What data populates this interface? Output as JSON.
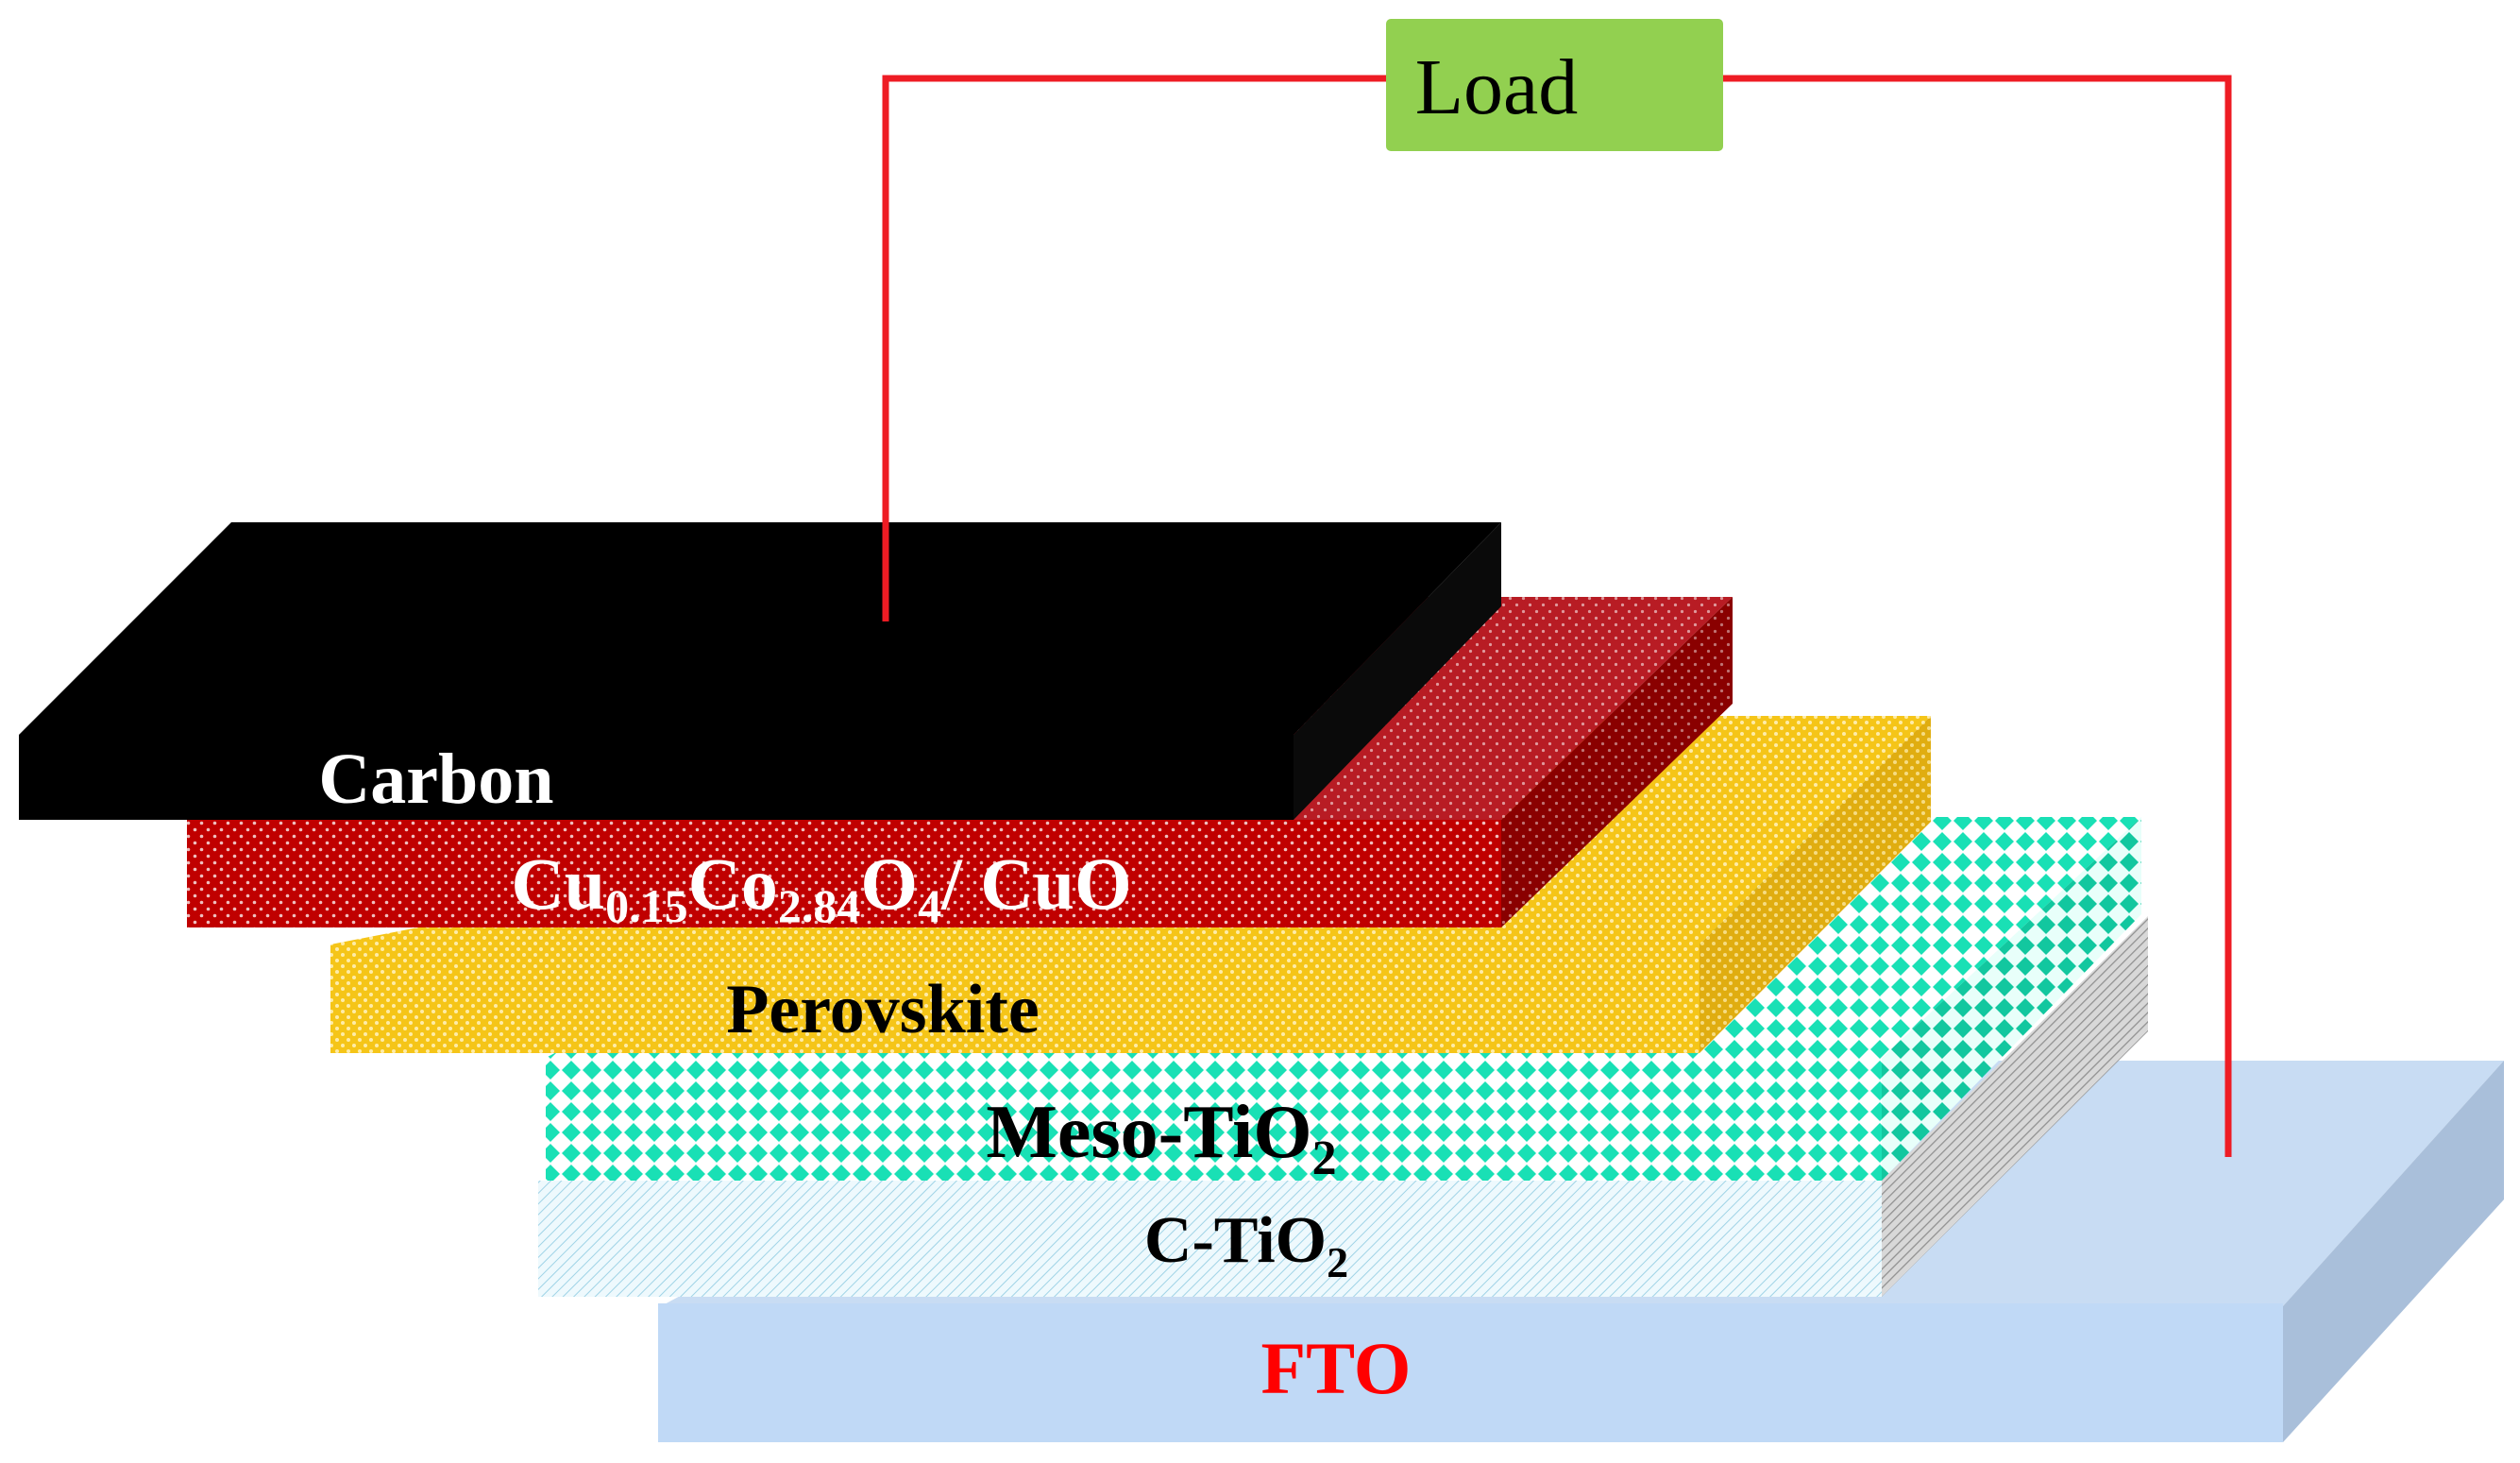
{
  "load": {
    "label": "Load"
  },
  "layers": {
    "carbon": {
      "label": "Carbon"
    },
    "cuco": {
      "part1": "Cu",
      "sub1": "0.15",
      "part2": "Co",
      "sub2": "2.84",
      "part3": "O",
      "sub3": "4",
      "part4": "/ CuO"
    },
    "perovskite": {
      "label": "Perovskite"
    },
    "meso": {
      "main": "Meso-TiO",
      "sub": "2"
    },
    "ctio": {
      "main": "C-TiO",
      "sub": "2"
    },
    "fto": {
      "label": "FTO"
    }
  },
  "colors": {
    "wire": "#ee1c24",
    "load_fill": "#92d050",
    "carbon": "#000000",
    "cuco_front": "#c00000",
    "perovskite": "#f5c518",
    "meso": "#19e0b5",
    "ctio": "#e6f6fb",
    "fto_front": "#c0d9f6",
    "fto_label": "#ff0000"
  }
}
